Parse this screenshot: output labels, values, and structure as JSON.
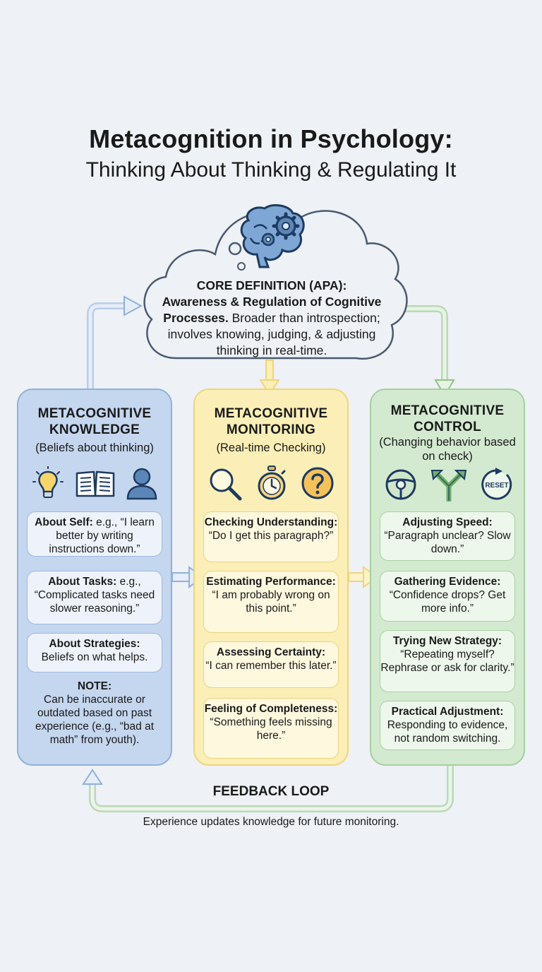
{
  "title": {
    "main": "Metacognition in Psychology:",
    "sub": "Thinking About Thinking & Regulating It"
  },
  "core": {
    "label": "CORE DEFINITION (APA):",
    "bold": "Awareness & Regulation of Cognitive Processes.",
    "text": "Broader than introspection; involves knowing, judging, & adjusting thinking in real-time.",
    "icon": "brain-gears-icon"
  },
  "columns": {
    "knowledge": {
      "title": "METACOGNITIVE KNOWLEDGE",
      "subtitle": "(Beliefs about thinking)",
      "icons": [
        "lightbulb-icon",
        "book-icon",
        "person-icon"
      ],
      "cards": [
        {
          "bold": "About Self:",
          "text": "e.g., “I learn better by writing instructions down.”"
        },
        {
          "bold": "About Tasks:",
          "text": "e.g., “Complicated tasks need slower reasoning.”"
        },
        {
          "bold": "About Strategies:",
          "text": "Beliefs on what helps."
        }
      ],
      "note": {
        "bold": "NOTE:",
        "text": "Can be inaccurate or outdated based on past experience (e.g., “bad at math” from youth)."
      }
    },
    "monitoring": {
      "title": "METACOGNITIVE MONITORING",
      "subtitle": "(Real-time Checking)",
      "icons": [
        "magnifier-icon",
        "stopwatch-icon",
        "question-icon"
      ],
      "cards": [
        {
          "bold": "Checking Understanding:",
          "text": "“Do I get this paragraph?”"
        },
        {
          "bold": "Estimating Performance:",
          "text": "“I am probably wrong on this point.”"
        },
        {
          "bold": "Assessing Certainty:",
          "text": "“I can remember this later.”"
        },
        {
          "bold": "Feeling of Completeness:",
          "text": "“Something feels missing here.”"
        }
      ]
    },
    "control": {
      "title": "METACOGNITIVE CONTROL",
      "subtitle": "(Changing behavior based on check)",
      "icons": [
        "steering-wheel-icon",
        "fork-arrow-icon",
        "reset-icon"
      ],
      "reset_label": "RESET",
      "cards": [
        {
          "bold": "Adjusting Speed:",
          "text": "“Paragraph unclear? Slow down.”"
        },
        {
          "bold": "Gathering Evidence:",
          "text": "“Confidence drops? Get more info.”"
        },
        {
          "bold": "Trying New Strategy:",
          "text": "“Repeating myself? Rephrase or ask for clarity.”"
        },
        {
          "bold": "Practical Adjustment:",
          "text": "Responding to evidence, not random switching."
        }
      ]
    }
  },
  "feedback": {
    "label": "FEEDBACK LOOP",
    "desc": "Experience updates knowledge for future monitoring."
  },
  "colors": {
    "blue": "#c5d6ef",
    "yellow": "#fbefb7",
    "green": "#d3ead0",
    "icon_navy": "#1e3a5f"
  }
}
